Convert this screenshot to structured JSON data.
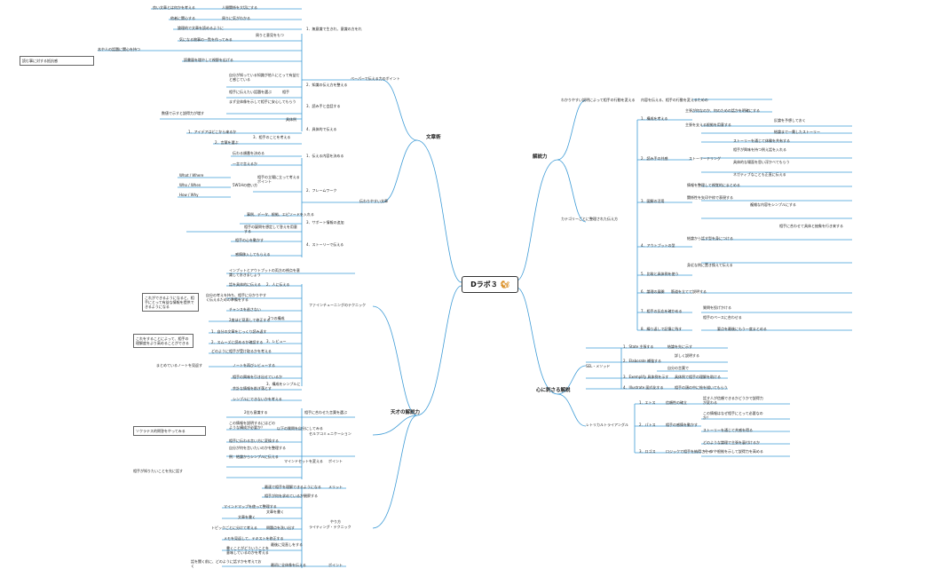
{
  "root": {
    "label": "Dラボ３",
    "icon": "squirrel-icon"
  },
  "main": {
    "bunshoujutsu": "文章術",
    "kaisetsu": "解説力",
    "tensai": "天才の解説力",
    "mimi": "心に刺さる解説"
  },
  "nodes": {
    "a1": "1．無意識で生きれ、意識の方をれ",
    "a1a": "他者に関心する",
    "a1b": "周りに気がわかる",
    "a1b1": "論理的で文章を読めるように",
    "a1c": "周りと意見をもつ",
    "a1c1": "気になる物事の一覧を作ってみる",
    "a1d": "読む事に対する抵抗感",
    "a1d1": "本や人の話題に関心を持つ",
    "a1e": "読書量を増やして視野を広げる",
    "a1x1": "良い文章とは何かを考える",
    "a1x2": "人間関係を大切にする",
    "a2": "2．知識の伝え方を整える",
    "a2a": "自分が知っている知識が他人にとって有益だと感じている",
    "a2b": "相手に伝えたい話題を選ぶ",
    "a2c": "相手",
    "a3": "3．読み手と会話する",
    "a3a": "まず全体像を示して相手に安心してもらう",
    "a4": "4．具体的で伝える",
    "a4a": "具体例",
    "a4b": "数値で示すと説得力が増す",
    "b1": "1．アイデアはどこから来るか",
    "b2": "2．言葉を選ぶ",
    "b3": "3．相手のことを考える",
    "paper": "ペーパーで伝える力のポイント",
    "c1": "1．伝える内容を決める",
    "c1a": "伝わる順番を決める",
    "c1b": "一言で言えるか",
    "c2": "2．フレームワーク",
    "c2a": "5W1Hの使い方",
    "c2b": "What / Where",
    "c2c": "Who / When",
    "c2d": "How / Why",
    "c2e": "相手の立場に立って考えるポイント",
    "c3": "3．サポート情報の追加",
    "c3a": "事例、データ、根拠、エピソードを入れる",
    "c3b": "相手の疑問を想定して答えを用意する",
    "c4": "4．ストーリーで伝える",
    "c4a": "相手の心を動かす",
    "c4b": "感情移入してもらえる",
    "point": "伝わりやすい文章",
    "k1": "わかりやすい説明によって相手の行動を変える",
    "k1a": "内容を伝える、相手の行動を変えるための",
    "k2": "1．構成を考える",
    "k2a": "主張が何なのか、何のための話かを明確にする",
    "k2b": "主張を支える根拠を用意する",
    "k2c": "反論を予想しておく",
    "k2d": "結論まで一貫したストーリー",
    "k3": "2．読み手の共感",
    "k3s": "ストーリーテリング",
    "k3a": "ストーリーを通じて体験を共有する",
    "k3b": "相手が興味を持つ例え話を入れる",
    "k3c": "具体的な場面を思い浮かべてもらう",
    "k3d": "ネガティブなことも正直に伝える",
    "k4": "3．図解の活用",
    "k4a": "情報を整理して視覚的にまとめる",
    "k4b": "関係性を矢印や枠で表現する",
    "k4c": "複雑な内容をシンプルにする",
    "k5": "4．アウトプットの型",
    "k5a": "結論から話す型を身につける",
    "k5b": "相手に合わせて具体と抽象を行き来する",
    "k6": "5．比喩と具体例を使う",
    "k6a": "身近な例に置き換えて伝える",
    "k7": "6．論理の展開",
    "k7a": "筋道を立てて説明する",
    "k8": "7．相手の反応を確かめる",
    "k8a": "質問を投げかける",
    "k8b": "相手のペースに合わせる",
    "k9": "8．繰り返しで記憶に残す",
    "k9a": "要点を最後にもう一度まとめる",
    "kmid": "カテゴリーごとに整理された伝え方",
    "t1": "1．インプットとアウトプットの両立",
    "t1a": "インプットとアウトプットの両方の視点を意識しておきましょう",
    "t2": "2．人に伝える",
    "t2a": "話を具体的に伝える",
    "t2b": "自分の考えを持ち、相手に分かりやすく伝えるための準備をする",
    "t2c": "チャンスを逃さない",
    "t2x": "これができるようになると、相手にとって有益な情報を提供できるようになる",
    "t3": "3．レビュー",
    "t3a": "2度ほど見直して修正する",
    "t3b": "1．自分の文章をじっくり読み返す",
    "t3c": "2．スムーズに読めるか確認する",
    "t3d": "どのように相手が受け取るかを考える",
    "t3x": "これをすることによって、相手の理解度をより高めることができる",
    "t4": "3つの構成",
    "t4a": "まとめているノートを見返す",
    "t4b": "ノートを再びレビューする",
    "t5": "3．構成をシンプルに",
    "t5a": "相手の興味を引き出せているか",
    "t5b": "余計な情報を削ぎ落とす",
    "t5c": "シンプルにできないかを考える",
    "tech": "ファインチューニングのテクニック",
    "u1": "2位も意識する",
    "u1a": "相手に合わせた言葉を選ぶ",
    "u2": "以下の質問を自分にしてみる",
    "u2a": "この情報を説明するにはどのような構成が必要か？",
    "u2b": "相手に伝わる言い方に変換する",
    "u2x": "ソクラテス的問答をやってみる",
    "u3": "ポイント",
    "u3a": "自分が何を言いたいのかを整理する",
    "u3b": "例：結論からシンプルに伝える",
    "u3c": "相手が知りたいことを先に話す",
    "ucat": "セルフコミュニケーション",
    "ucat2": "マインドセットを変える",
    "w1": "メリット",
    "w1a": "最速で相手を理解できるようになる",
    "w2": "やり方",
    "w2a": "相手が何を求めているか観察する",
    "w2b": "マインドマップを使って整理する",
    "w2c": "文章を書く",
    "w2d": "問題点を洗い出す",
    "w2e": "トピックごとに分けて考える",
    "w2f": "メモを見返して、テキストを修正する",
    "w2g": "最後に見直しをする",
    "w2h": "書くことがどういうことを意味しているのかを考える",
    "w3": "ポイント",
    "w3a": "話を聞く前に、どのように話すかを考えておく",
    "w3b": "最初に全体像を伝える",
    "wcat": "ライティング・テクニック",
    "m1": "SEL・メソッド",
    "m1a": "1．State 主張する",
    "m1a1": "結論を先に示す",
    "m1b": "2．Elaborate 補強する",
    "m1b1": "詳しく説明する",
    "m1b2": "自分の言葉で",
    "m1c": "3．Exemplify 具体例を示す",
    "m1c1": "具体例で相手の理解を助ける",
    "m1d": "4．Illustrate 図式化する",
    "m1d1": "相手の頭の中に絵を描いてもらう",
    "m2": "レトリカルトライアングル",
    "m2a": "1．エトス",
    "m2a1": "信頼性の確立",
    "m2a2": "話す人が信頼できるかどうかで説得力が変わる",
    "m2b": "2．パトス",
    "m2b1": "相手の感情を動かす",
    "m2b2": "この情報はなぜ相手にとって必要なのか？",
    "m2b3": "ストーリーを通じて共感を得る",
    "m2c": "3．ロゴス",
    "m2c1": "ロジックで相手を納得させる",
    "m2c2": "どのような論理で主張を裏付けるか",
    "m2c3": "データや根拠を示して説得力を高める"
  }
}
